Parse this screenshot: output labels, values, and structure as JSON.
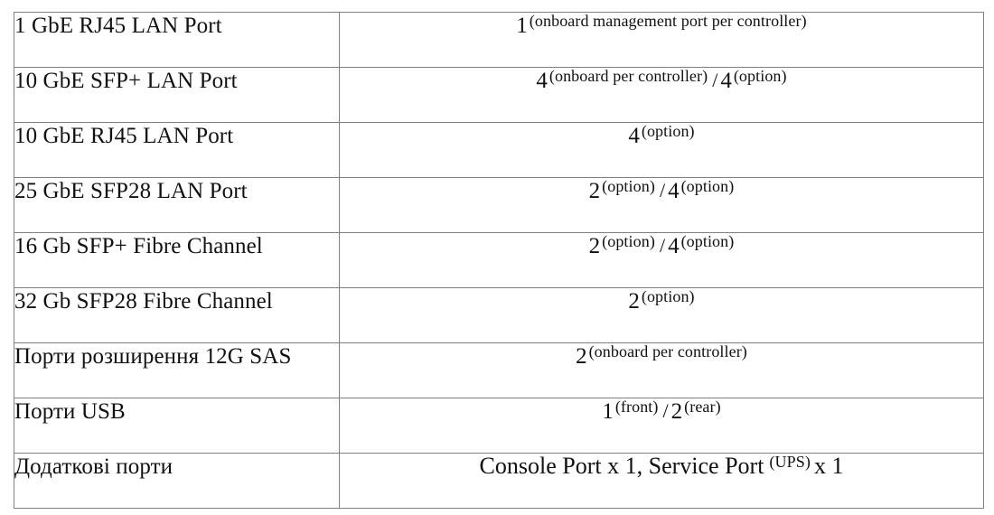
{
  "table": {
    "columns": [
      "label",
      "value"
    ],
    "rows": [
      {
        "label": "1 GbE RJ45 LAN Port",
        "parts": [
          {
            "num": "1",
            "note": "(onboard management port per controller)"
          }
        ]
      },
      {
        "label": "10 GbE SFP+ LAN Port",
        "parts": [
          {
            "num": "4",
            "note": "(onboard per controller)"
          },
          {
            "sep": "/"
          },
          {
            "num": "4",
            "note": "(option)"
          }
        ]
      },
      {
        "label": "10 GbE RJ45 LAN Port",
        "parts": [
          {
            "num": "4",
            "note": "(option)"
          }
        ]
      },
      {
        "label": "25 GbE SFP28 LAN Port",
        "parts": [
          {
            "num": "2",
            "note": "(option)"
          },
          {
            "sep": "/"
          },
          {
            "num": "4",
            "note": "(option)"
          }
        ]
      },
      {
        "label": "16 Gb SFP+ Fibre Channel",
        "parts": [
          {
            "num": "2",
            "note": "(option)"
          },
          {
            "sep": "/"
          },
          {
            "num": "4",
            "note": "(option)"
          }
        ]
      },
      {
        "label": "32 Gb SFP28 Fibre Channel",
        "parts": [
          {
            "num": "2",
            "note": "(option)"
          }
        ]
      },
      {
        "label": "Порти розширення 12G SAS",
        "parts": [
          {
            "num": "2",
            "note": "(onboard per controller)"
          }
        ]
      },
      {
        "label": "Порти USB",
        "parts": [
          {
            "num": "1",
            "note": "(front)"
          },
          {
            "sep": "/"
          },
          {
            "num": "2",
            "note": "(rear)"
          }
        ]
      },
      {
        "label": "Додаткові порти",
        "text": true,
        "parts": [
          {
            "text": "Console Port x 1, Service Port",
            "note": "(UPS)"
          },
          {
            "text": "x 1"
          }
        ]
      }
    ]
  },
  "colors": {
    "border": "#808080",
    "text": "#111111",
    "background": "#ffffff"
  }
}
